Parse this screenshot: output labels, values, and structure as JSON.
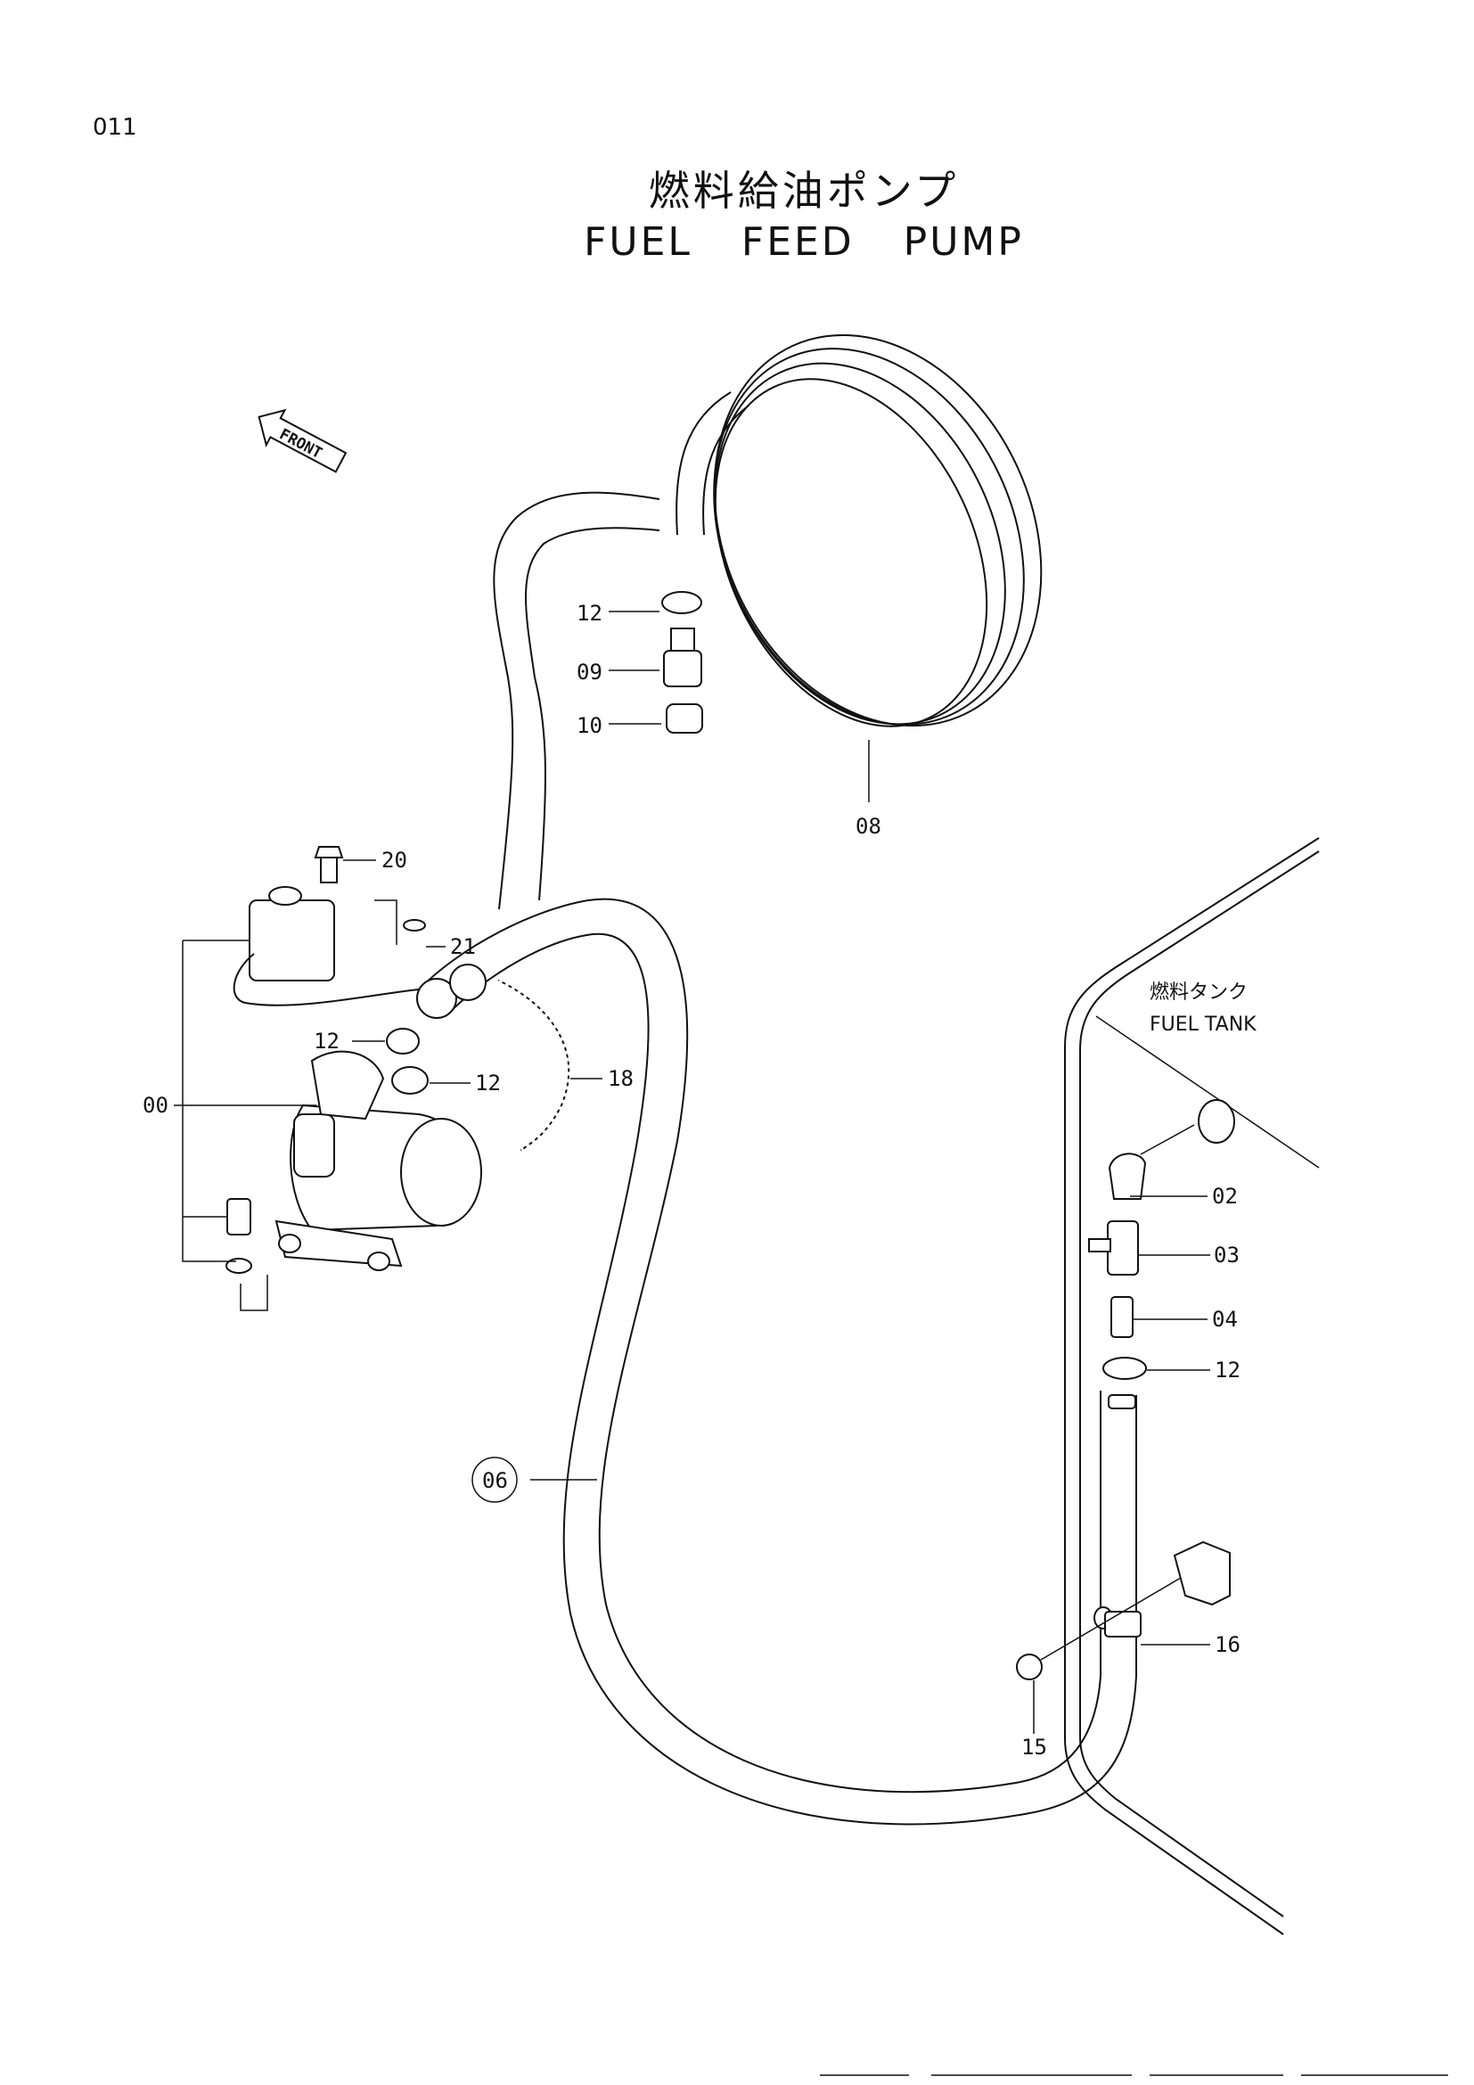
{
  "page": {
    "code": "011"
  },
  "title": {
    "japanese": "燃料給油ポンプ",
    "english": "FUEL FEED PUMP"
  },
  "direction": {
    "label": "FRONT"
  },
  "tank": {
    "label_jp": "燃料タンク",
    "label_en": "FUEL TANK"
  },
  "callouts": {
    "c12a": "12",
    "c09": "09",
    "c10": "10",
    "c08": "08",
    "c20": "20",
    "c21": "21",
    "c12b": "12",
    "c12c": "12",
    "c18": "18",
    "c00": "00",
    "c06": "06",
    "c02": "02",
    "c03": "03",
    "c04": "04",
    "c12d": "12",
    "c16": "16",
    "c15": "15"
  }
}
